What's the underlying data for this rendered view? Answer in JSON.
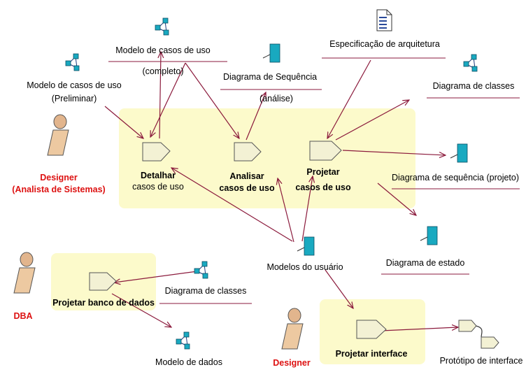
{
  "colors": {
    "flow_arrow": "#8b1a3c",
    "activity_fill": "#f3f1d4",
    "activity_stroke": "#555555",
    "swimlane_fill": "#fcfacb",
    "artifact_fill": "#19a9c0",
    "actor_head": "#e2b58d",
    "actor_body": "#edc9a1",
    "actor_label": "#dd1111"
  },
  "actors": {
    "designer_analyst": {
      "line1": "Designer",
      "line2": "(Analista de Sistemas)"
    },
    "dba": {
      "name": "DBA"
    },
    "designer": {
      "name": "Designer"
    }
  },
  "activities": {
    "detalhar": {
      "line1": "Detalhar",
      "line2": "casos de uso"
    },
    "analisar": {
      "line1": "Analisar",
      "line2": "casos de uso"
    },
    "projetar_casos": {
      "line1": "Projetar",
      "line2": "casos de uso"
    },
    "projetar_banco": {
      "label": "Projetar banco de dados"
    },
    "projetar_interface": {
      "label": "Projetar interface"
    }
  },
  "artifacts": {
    "modelo_completo": {
      "line1": "Modelo de casos de uso",
      "line2": "(completo)"
    },
    "modelo_preliminar": {
      "line1": "Modelo de casos de uso",
      "line2": "(Preliminar)"
    },
    "diag_seq_analise": {
      "line1": "Diagrama de Sequência",
      "line2": "(análise)"
    },
    "especificacao": {
      "label": "Especificação de arquitetura"
    },
    "diag_classes_top": {
      "label": "Diagrama de classes"
    },
    "diag_seq_projeto": {
      "label": "Diagrama de sequência (projeto)"
    },
    "diag_estado": {
      "label": "Diagrama de estado"
    },
    "modelos_usuario": {
      "label": "Modelos do usuário"
    },
    "diag_classes_bottom": {
      "label": "Diagrama de classes"
    },
    "modelo_dados": {
      "label": "Modelo de dados"
    },
    "prototipo": {
      "label": "Protótipo de interface"
    }
  }
}
